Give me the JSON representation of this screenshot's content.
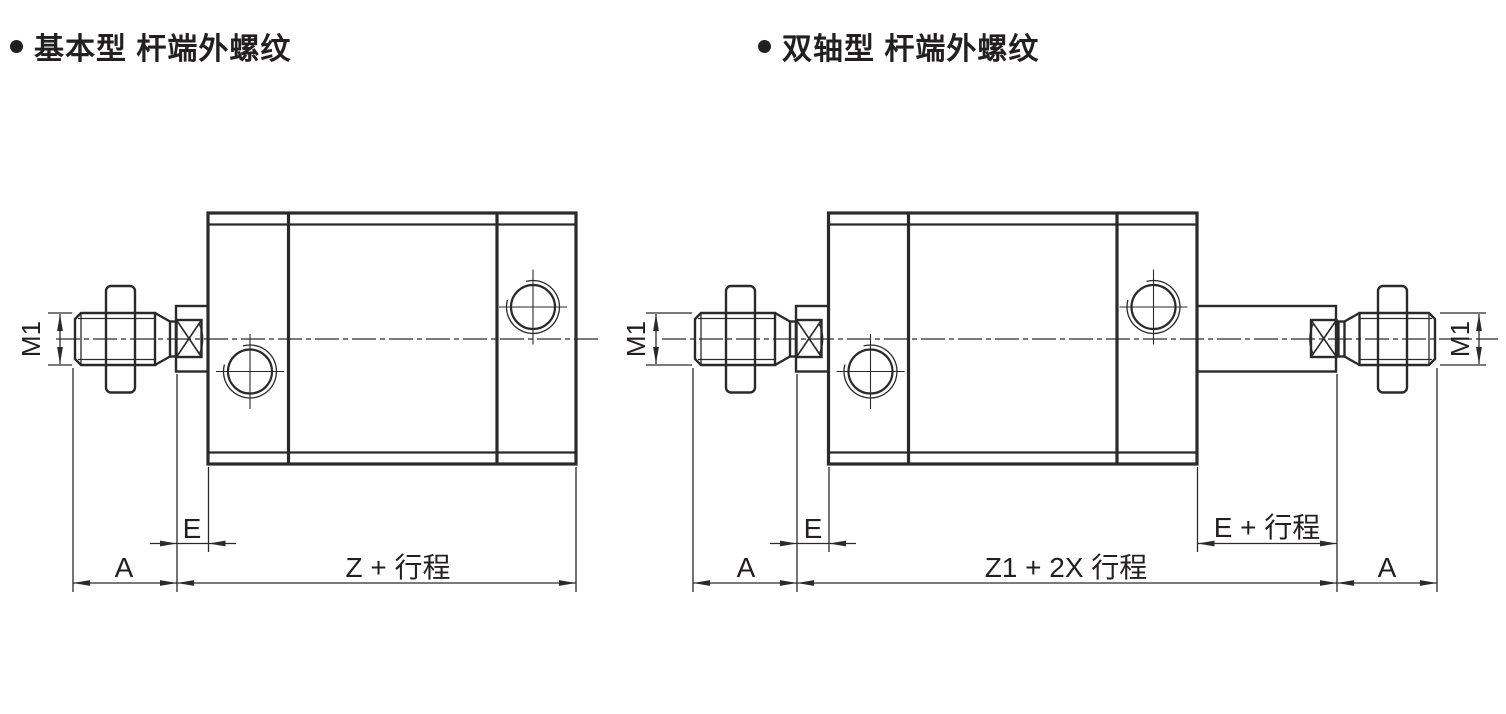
{
  "colors": {
    "background": "#ffffff",
    "line": "#2a2a2a",
    "text": "#231f20"
  },
  "drawings": [
    {
      "title": "基本型 杆端外螺纹",
      "labels": {
        "m1": "M1",
        "e": "E",
        "a": "A",
        "z_stroke": "Z + 行程"
      }
    },
    {
      "title": "双轴型 杆端外螺纹",
      "labels": {
        "m1_left": "M1",
        "m1_right": "M1",
        "e": "E",
        "a_left": "A",
        "a_right": "A",
        "z1_stroke": "Z1 + 2X 行程",
        "e_stroke": "E + 行程"
      }
    }
  ]
}
